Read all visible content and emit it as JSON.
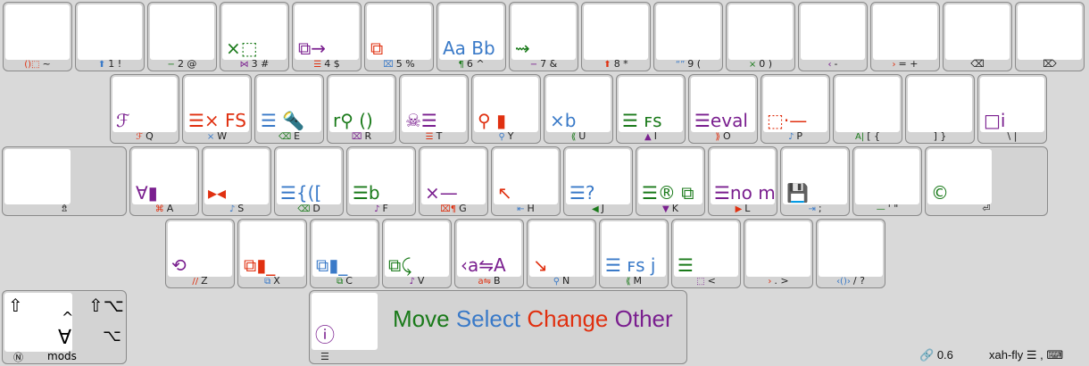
{
  "row1": [
    {
      "glyph": "",
      "sub": "~",
      "mini": "()⬚"
    },
    {
      "glyph": "",
      "sub": "1 !",
      "mini": "⬆"
    },
    {
      "glyph": "",
      "sub": "2 @",
      "mini": "−"
    },
    {
      "glyph": "×⬚",
      "sub": "3 #",
      "mini": "⋈"
    },
    {
      "glyph": "⧉→",
      "sub": "4 $",
      "mini": "☰"
    },
    {
      "glyph": "⧉",
      "sub": "5 %",
      "mini": "⌧"
    },
    {
      "glyph": "Aa Bb",
      "sub": "6 ^",
      "mini": "¶"
    },
    {
      "glyph": "⇝",
      "sub": "7 &",
      "mini": "−"
    },
    {
      "glyph": "",
      "sub": "8 *",
      "mini": "⬆"
    },
    {
      "glyph": "",
      "sub": "9 (",
      "mini": "“”"
    },
    {
      "glyph": "",
      "sub": "0 )",
      "mini": "×"
    },
    {
      "glyph": "",
      "sub": "-",
      "mini": "‹"
    },
    {
      "glyph": "",
      "sub": "= +",
      "mini": "›"
    },
    {
      "glyph": "",
      "sub": "⌫",
      "mini": ""
    },
    {
      "glyph": "",
      "sub": "⌦",
      "mini": ""
    }
  ],
  "row2": [
    {
      "glyph": "ℱ",
      "sub": "Q",
      "mini": "ℱ"
    },
    {
      "glyph": "☰× FS",
      "sub": "W",
      "mini": "×"
    },
    {
      "glyph": "☰ 🔦",
      "sub": "E",
      "mini": "⌫"
    },
    {
      "glyph": "r⚲ ()",
      "sub": "R",
      "mini": "⌧"
    },
    {
      "glyph": "☠☰",
      "sub": "T",
      "mini": "☰"
    },
    {
      "glyph": "⚲ ▮",
      "sub": "Y",
      "mini": "⚲"
    },
    {
      "glyph": "×b",
      "sub": "U",
      "mini": "⟪"
    },
    {
      "glyph": "☰ ꜰs",
      "sub": "I",
      "mini": "▲"
    },
    {
      "glyph": "☰eval",
      "sub": "O",
      "mini": "⟫"
    },
    {
      "glyph": "⬚·—",
      "sub": "P",
      "mini": "♪"
    },
    {
      "glyph": "",
      "sub": "[ {",
      "mini": "A|"
    },
    {
      "glyph": "",
      "sub": "] }",
      "mini": ""
    },
    {
      "glyph": "□i",
      "sub": "\\ |",
      "mini": ""
    }
  ],
  "row3": [
    {
      "glyph": "∀▮",
      "sub": "A",
      "mini": "⌘"
    },
    {
      "glyph": "▸◂",
      "sub": "S",
      "mini": "♪"
    },
    {
      "glyph": "☰{([",
      "sub": "D",
      "mini": "⌫"
    },
    {
      "glyph": "☰b",
      "sub": "F",
      "mini": "♪"
    },
    {
      "glyph": "×—",
      "sub": "G",
      "mini": "⌧¶"
    },
    {
      "glyph": "↖",
      "sub": "H",
      "mini": "⇤"
    },
    {
      "glyph": "☰?",
      "sub": "J",
      "mini": "◀"
    },
    {
      "glyph": "☰® ⧉",
      "sub": "K",
      "mini": "▼"
    },
    {
      "glyph": "☰no modif",
      "sub": "L",
      "mini": "▶"
    },
    {
      "glyph": "💾",
      "sub": ";",
      "mini": "⇥"
    },
    {
      "glyph": "",
      "sub": "' \"",
      "mini": "—"
    },
    {
      "glyph": "©",
      "sub": "⏎",
      "mini": ""
    }
  ],
  "row4": [
    {
      "glyph": "⟲",
      "sub": "Z",
      "mini": "//"
    },
    {
      "glyph": "⧉▮_",
      "sub": "X",
      "mini": "⧉"
    },
    {
      "glyph": "⧉▮_",
      "sub": "C",
      "mini": "⧉"
    },
    {
      "glyph": "⧉⤹",
      "sub": "V",
      "mini": "♪"
    },
    {
      "glyph": "‹a⇋A",
      "sub": "B",
      "mini": "a⇋"
    },
    {
      "glyph": "↘",
      "sub": "N",
      "mini": "⚲"
    },
    {
      "glyph": "☰ ꜰs j",
      "sub": "M",
      "mini": "⟪"
    },
    {
      "glyph": "☰",
      "sub": "<",
      "mini": "⬚"
    },
    {
      "glyph": "",
      "sub": ". >",
      "mini": "›"
    },
    {
      "glyph": "",
      "sub": "/ ?",
      "mini": "‹()›"
    }
  ],
  "left_extra": {
    "tab_sub": "⇯",
    "caps_sub": ""
  },
  "mods": {
    "label": "mods",
    "shift": "⇧",
    "shift_alt": "⇧⌥",
    "caret": "^",
    "forall": "∀",
    "alt": "⌥",
    "n": "Ⓝ"
  },
  "space": {
    "glyph": "ⓘ",
    "sub": "☰"
  },
  "legend": {
    "move": "Move",
    "select": "Select",
    "change": "Change",
    "other": "Other"
  },
  "status": {
    "zoom": "0.6",
    "layout": "xah-fly ☰ , ⌨"
  }
}
